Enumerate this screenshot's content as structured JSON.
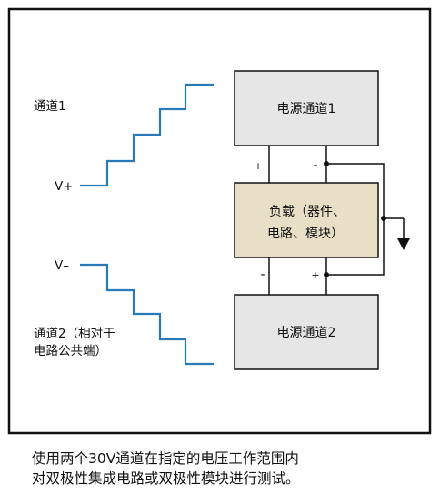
{
  "diagram": {
    "labels": {
      "channel1": "通道1",
      "v_plus": "V+",
      "v_minus": "V–",
      "channel2_line1": "通道2（相对于",
      "channel2_line2": "电路公共端）"
    },
    "boxes": {
      "supply1": "电源通道1",
      "supply2": "电源通道2",
      "load_line1": "负载（器件、",
      "load_line2": "电路、模块）"
    },
    "terminals": {
      "supply1_left": "+",
      "supply1_right": "-",
      "supply2_left": "-",
      "supply2_right": "+"
    },
    "colors": {
      "frame": "#111111",
      "supply_box": "#e6e6e6",
      "load_box": "#e9dfc6",
      "waveform": "#2a7ab8",
      "wire": "#111111"
    }
  },
  "caption": {
    "line1": "使用两个30V通道在指定的电压工作范围内",
    "line2": "对双极性集成电路或双极性模块进行测试。"
  }
}
